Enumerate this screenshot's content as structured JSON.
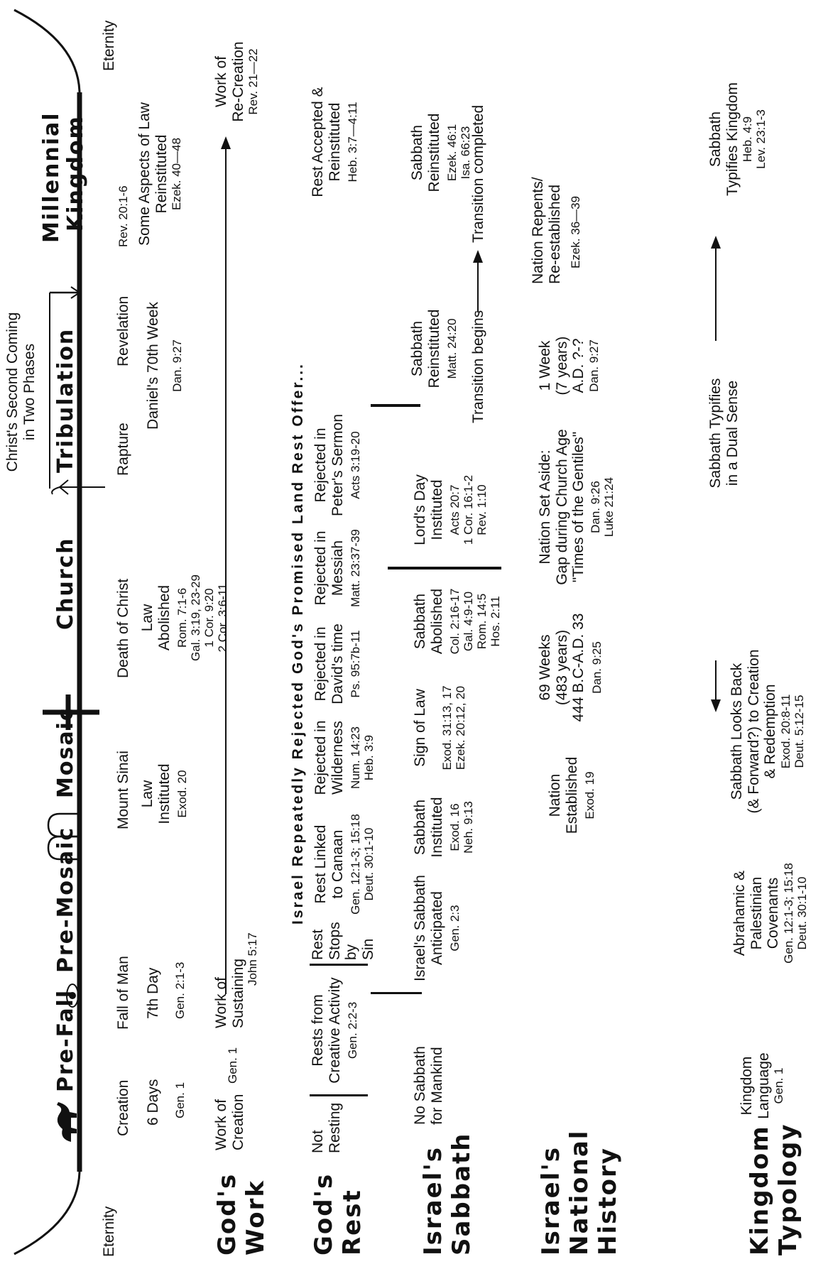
{
  "timeline": {
    "eternity_start": "Eternity",
    "eternity_end": "Eternity",
    "eras": [
      "Pre-Fall",
      "Pre-Mosaic",
      "Mosaic",
      "Church",
      "Tribulation",
      "Millennial",
      "Kingdom"
    ],
    "second_coming": [
      "Christ's Second Coming",
      "in Two Phases"
    ],
    "events": {
      "creation": "Creation",
      "fall_of_man": "Fall of Man",
      "mount_sinai": "Mount Sinai",
      "death_of_christ": "Death of Christ",
      "rapture": "Rapture",
      "revelation": "Revelation",
      "rev_ref": "Rev. 20:1-6"
    },
    "notes": {
      "six_days": "6 Days",
      "six_days_ref": "Gen. 1",
      "seventh_day": "7th Day",
      "seventh_day_ref": "Gen. 2:1-3",
      "law_instituted": [
        "Law",
        "Instituted"
      ],
      "law_instituted_ref": "Exod. 20",
      "law_abolished": [
        "Law",
        "Abolished"
      ],
      "law_abolished_refs": [
        "Rom. 7:1-6",
        "Gal. 3:19, 23-29",
        "1 Cor. 9:20",
        "2 Cor. 3:6-11"
      ],
      "daniel_70": "Daniel's 70th Week",
      "daniel_70_ref": "Dan. 9:27",
      "some_aspects": [
        "Some Aspects of Law",
        "Reinstituted"
      ],
      "some_aspects_ref": "Ezek. 40—48"
    }
  },
  "rows": {
    "gods_work": {
      "label": [
        "God's",
        "Work"
      ],
      "creation": [
        "Work of",
        "Creation"
      ],
      "creation_ref": "Gen. 1",
      "sustaining": [
        "Work of",
        "Sustaining"
      ],
      "sustaining_ref": "John 5:17",
      "recreation": [
        "Work of",
        "Re-Creation"
      ],
      "recreation_ref": "Rev. 21—22"
    },
    "gods_rest": {
      "label": [
        "God's",
        "Rest"
      ],
      "not_resting": [
        "Not",
        "Resting"
      ],
      "rests_from": [
        "Rests from",
        "Creative Activity"
      ],
      "rests_from_ref": "Gen. 2:2-3",
      "rest_stops": [
        "Rest",
        "Stops",
        "by",
        "Sin"
      ],
      "header": "Israel Repeatedly Rejected God's Promised Land Rest Offer...",
      "cols": [
        {
          "title": [
            "Rest Linked",
            "to Canaan"
          ],
          "refs": [
            "Gen. 12:1-3; 15:18",
            "Deut. 30:1-10"
          ]
        },
        {
          "title": [
            "Rejected in",
            "Wilderness"
          ],
          "refs": [
            "Num. 14:23",
            "Heb. 3:9"
          ]
        },
        {
          "title": [
            "Rejected in",
            "David's time"
          ],
          "refs": [
            "Ps. 95:7b-11"
          ]
        },
        {
          "title": [
            "Rejected in",
            "Messiah"
          ],
          "refs": [
            "Matt. 23:37-39"
          ]
        },
        {
          "title": [
            "Rejected in",
            "Peter's Sermon"
          ],
          "refs": [
            "Acts 3:19-20"
          ]
        }
      ],
      "accepted": [
        "Rest Accepted &",
        "Reinstituted"
      ],
      "accepted_ref": "Heb. 3:7—4:11"
    },
    "israels_sabbath": {
      "label": [
        "Israel's",
        "Sabbath"
      ],
      "no_sabbath": [
        "No Sabbath",
        "for Mankind"
      ],
      "anticipated": [
        "Israel's Sabbath",
        "Anticipated"
      ],
      "anticipated_ref": "Gen. 2:3",
      "instituted": [
        "Sabbath",
        "Instituted"
      ],
      "instituted_refs": [
        "Exod. 16",
        "Neh. 9:13"
      ],
      "sign_of_law": "Sign of Law",
      "sign_refs": [
        "Exod. 31:13, 17",
        "Ezek. 20:12, 20"
      ],
      "abolished": [
        "Sabbath",
        "Abolished"
      ],
      "abolished_refs": [
        "Col. 2:16-17",
        "Gal. 4:9-10",
        "Rom. 14:5",
        "Hos. 2:11"
      ],
      "lords_day": [
        "Lord's Day",
        "Instituted"
      ],
      "lords_day_refs": [
        "Acts 20:7",
        "1 Cor. 16:1-2",
        "Rev. 1:10"
      ],
      "reinst_1": [
        "Sabbath",
        "Reinstituted"
      ],
      "reinst_1_ref": "Matt. 24:20",
      "transition_begins": "Transition begins",
      "transition_completed": "Transition completed",
      "reinst_2": [
        "Sabbath",
        "Reinstituted"
      ],
      "reinst_2_refs": [
        "Ezek. 46:1",
        "Isa. 66:23"
      ]
    },
    "national_history": {
      "label": [
        "Israel's",
        "National",
        "History"
      ],
      "established": [
        "Nation",
        "Established"
      ],
      "established_ref": "Exod. 19",
      "weeks69": [
        "69 Weeks",
        "(483 years)",
        "444 B.C-A.D. 33"
      ],
      "weeks69_ref": "Dan. 9:25",
      "set_aside": [
        "Nation Set Aside:",
        "Gap during Church Age",
        "\"Times of the Gentiles\""
      ],
      "set_aside_refs": [
        "Dan. 9:26",
        "Luke 21:24"
      ],
      "week1": [
        "1 Week",
        "(7 years)",
        "A.D. ?-?"
      ],
      "week1_ref": "Dan. 9:27",
      "repents": [
        "Nation Repents/",
        "Re-established"
      ],
      "repents_ref": "Ezek. 36—39"
    },
    "kingdom_typology": {
      "label": [
        "Kingdom",
        "Typology"
      ],
      "language": [
        "Kingdom",
        "Language"
      ],
      "language_ref": "Gen. 1",
      "covenants": [
        "Abrahamic &",
        "Palestinian",
        "Covenants"
      ],
      "covenants_refs": [
        "Gen. 12:1-3; 15:18",
        "Deut. 30:1-10"
      ],
      "looks_back": [
        "Sabbath Looks Back",
        "(& Forward?) to Creation",
        "& Redemption"
      ],
      "looks_back_refs": [
        "Exod. 20:8-11",
        "Deut. 5:12-15"
      ],
      "dual_sense": [
        "Sabbath Typifies",
        "in a Dual Sense"
      ],
      "typifies_kingdom": [
        "Sabbath",
        "Typifies Kingdom"
      ],
      "typifies_refs": [
        "Heb. 4:9",
        "Lev. 23:1-3"
      ]
    }
  }
}
